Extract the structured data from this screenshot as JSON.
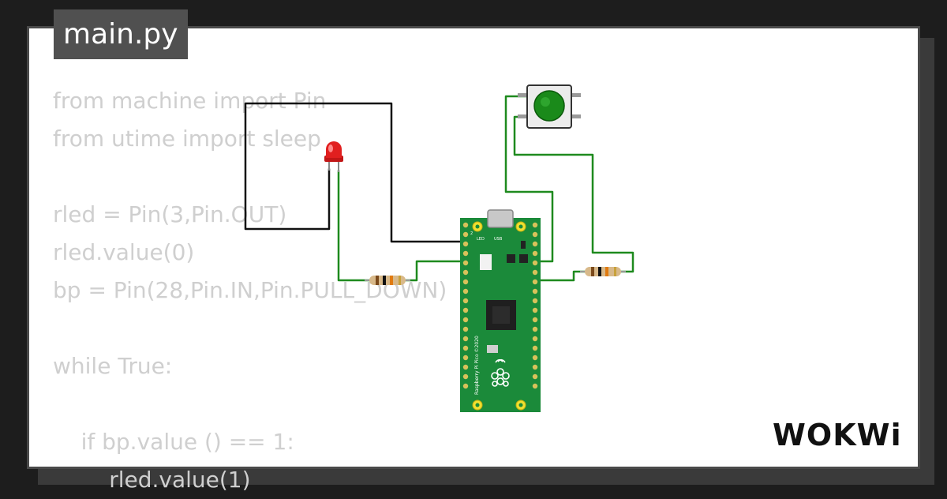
{
  "editor": {
    "file_tab": "main.py",
    "code_lines": [
      "from machine import Pin",
      "from utime import sleep",
      "",
      "rled = Pin(3,Pin.OUT)",
      "rled.value(0)",
      "bp = Pin(28,Pin.IN,Pin.PULL_DOWN)",
      "",
      "while True:",
      "",
      "    if bp.value () == 1:",
      "        rled.value(1)"
    ]
  },
  "board": {
    "label": "Raspberry Pi Pico ©2020",
    "led_label": "LED",
    "usb_label": "USB",
    "pin_label": "2"
  },
  "colors": {
    "wire_green": "#1e8a1e",
    "wire_black": "#111111",
    "board_green": "#1b8a3a",
    "led_red": "#e11f1f",
    "button_green": "#1a8a1a",
    "code_text": "#cfcfcf"
  },
  "brand": {
    "logo": "WOKWi"
  }
}
